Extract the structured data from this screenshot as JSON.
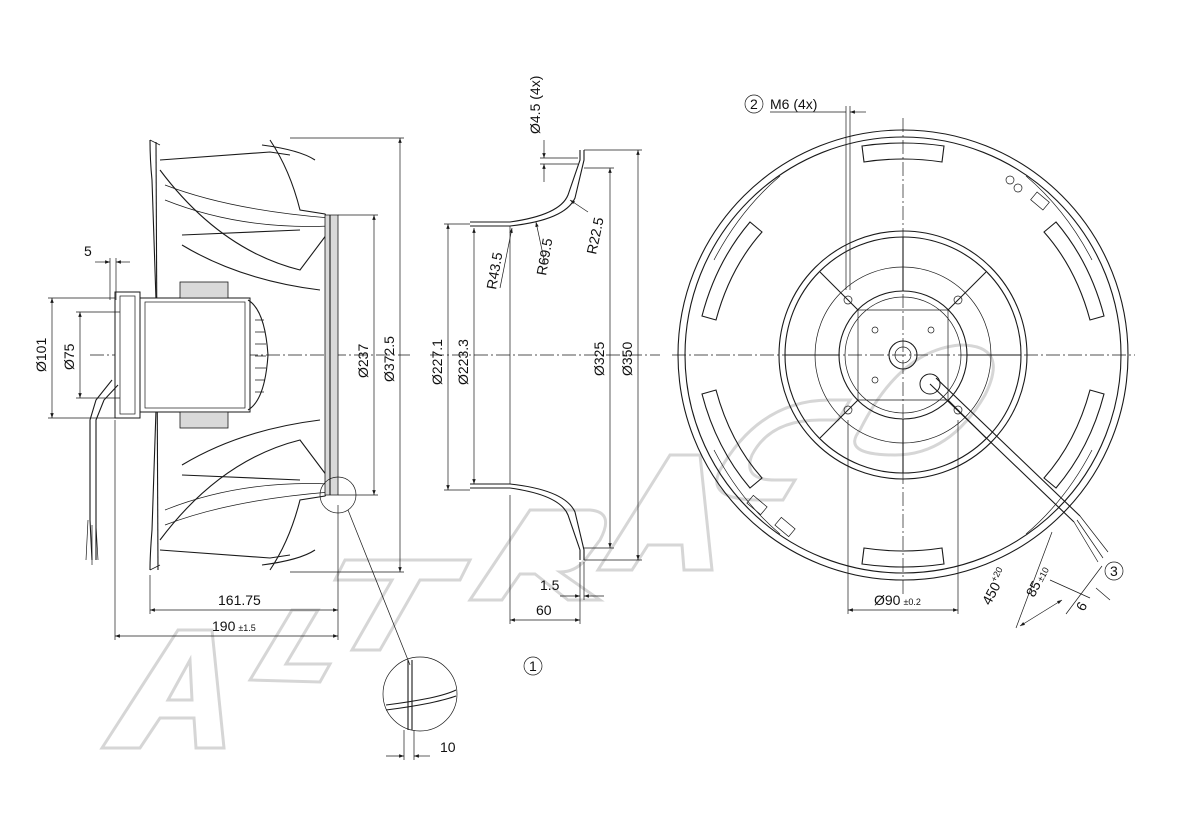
{
  "watermark": {
    "text": "ALTRACO"
  },
  "side_view": {
    "dims": {
      "d5": "5",
      "d101": "Ø101",
      "d75": "Ø75",
      "d237": "Ø237",
      "d372": "Ø372.5",
      "d161": "161.75",
      "d190": "190",
      "d190_tol": "±1.5"
    }
  },
  "inlet_ring": {
    "dims": {
      "d45": "Ø4.5 (4x)",
      "r435": "R43.5",
      "r695": "R69.5",
      "r225": "R22.5",
      "d2271": "Ø227.1",
      "d2233": "Ø223.3",
      "d325": "Ø325",
      "d350": "Ø350",
      "d15": "1.5",
      "d60": "60"
    },
    "callout": "1"
  },
  "detail": {
    "dim10": "10"
  },
  "front_view": {
    "callout2": "2",
    "m6": "M6 (4x)",
    "d90": "Ø90",
    "d90_tol": "±0.2",
    "l450": "450",
    "l450_tol": "+20",
    "l85": "85",
    "l85_tol": "±10",
    "l6": "6",
    "callout3": "3"
  }
}
